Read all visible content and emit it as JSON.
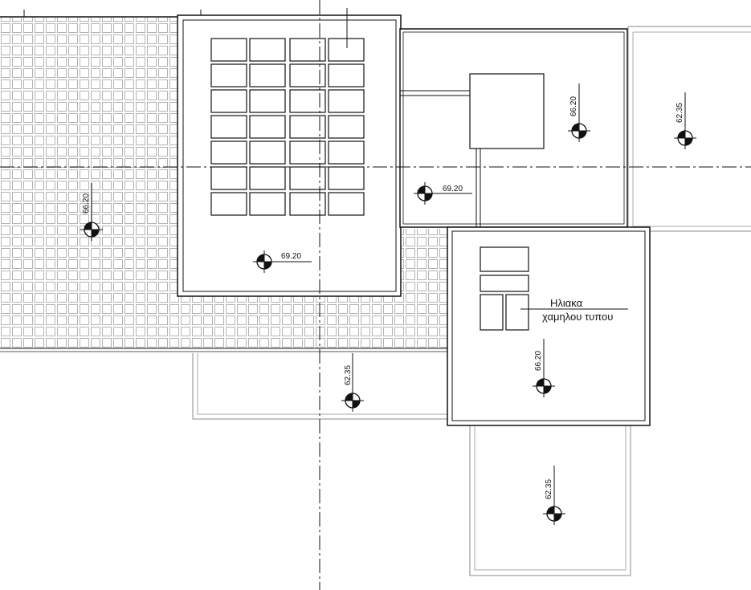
{
  "elevations": {
    "e1": "69.20",
    "e2": "69.20",
    "e3": "66.20",
    "e4": "62.35",
    "e5": "66.20",
    "e6": "62.35",
    "e7": "66.20",
    "e8": "62.35"
  },
  "note": {
    "line1": "Ηλιακα",
    "line2": "χαμηλου τυπου"
  },
  "colors": {
    "line": "#111111",
    "hatch": "#9a9a9a",
    "thin": "#777777"
  },
  "icons": {
    "elevation_marker": "elevation-marker-icon"
  }
}
